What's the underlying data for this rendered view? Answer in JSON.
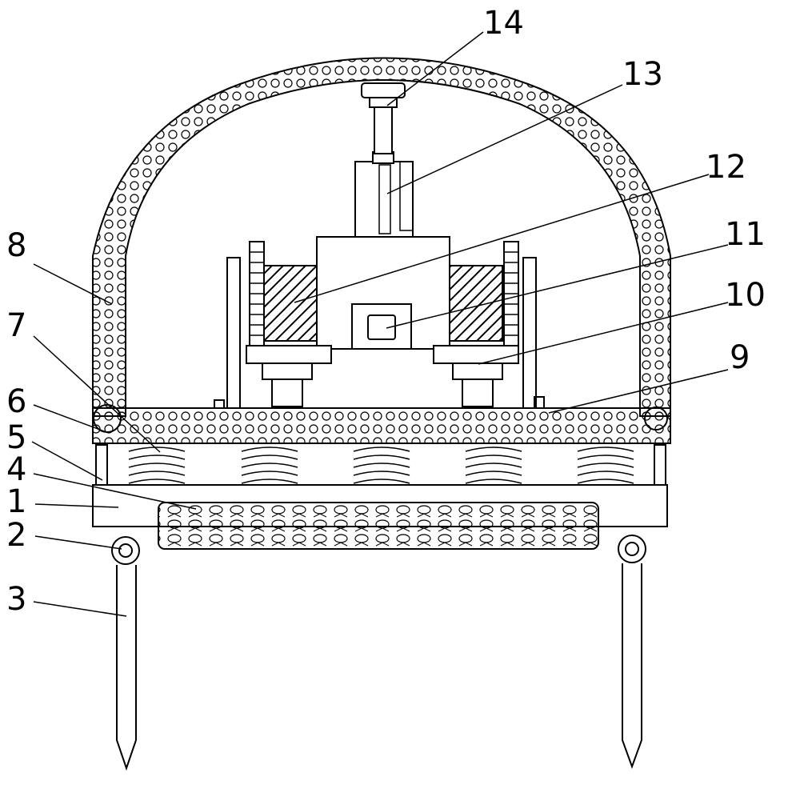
{
  "diagram": {
    "type": "patent-mechanical-drawing",
    "callouts": [
      {
        "id": "c1",
        "text": "1"
      },
      {
        "id": "c2",
        "text": "2"
      },
      {
        "id": "c3",
        "text": "3"
      },
      {
        "id": "c4",
        "text": "4"
      },
      {
        "id": "c5",
        "text": "5"
      },
      {
        "id": "c6",
        "text": "6"
      },
      {
        "id": "c7",
        "text": "7"
      },
      {
        "id": "c8",
        "text": "8"
      },
      {
        "id": "c9",
        "text": "9"
      },
      {
        "id": "c10",
        "text": "10"
      },
      {
        "id": "c11",
        "text": "11"
      },
      {
        "id": "c12",
        "text": "12"
      },
      {
        "id": "c13",
        "text": "13"
      },
      {
        "id": "c14",
        "text": "14"
      }
    ]
  }
}
